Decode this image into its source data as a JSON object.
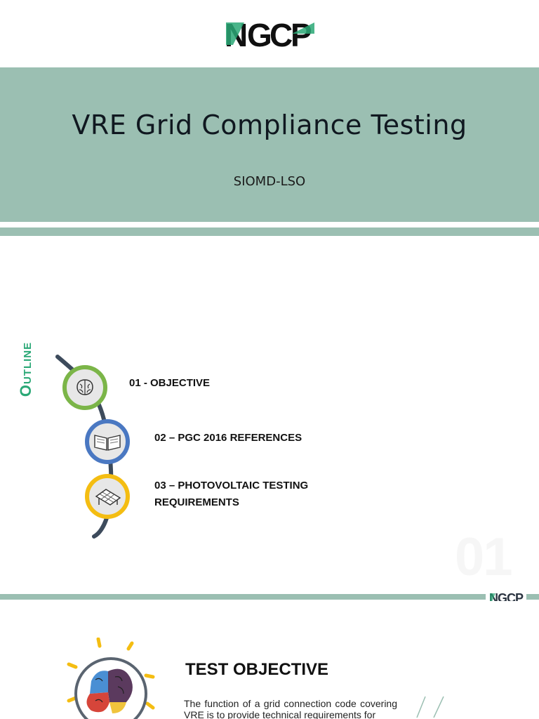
{
  "slide1": {
    "logo_text": "NGCP",
    "title": "VRE Grid Compliance Testing",
    "subtitle": "SIOMD-LSO"
  },
  "slide2": {
    "outline_label": "Outline",
    "items": [
      {
        "label": "01 - OBJECTIVE",
        "icon": "brain-icon"
      },
      {
        "label": "02 – PGC 2016 REFERENCES",
        "icon": "book-icon"
      },
      {
        "label": "03 – PHOTOVOLTAIC TESTING REQUIREMENTS",
        "icon": "solar-panel-icon"
      }
    ],
    "watermark": "01",
    "footer_logo_text": "NGCP"
  },
  "slide3": {
    "title": "TEST OBJECTIVE",
    "body": "The function of a grid connection code covering VRE is to provide technical requirements for"
  },
  "colors": {
    "band": "#9bbfb2",
    "ngcp_green": "#2aa876",
    "green_ring": "#7bb548",
    "blue_ring": "#4a78c2",
    "yellow_ring": "#f4bd12"
  }
}
